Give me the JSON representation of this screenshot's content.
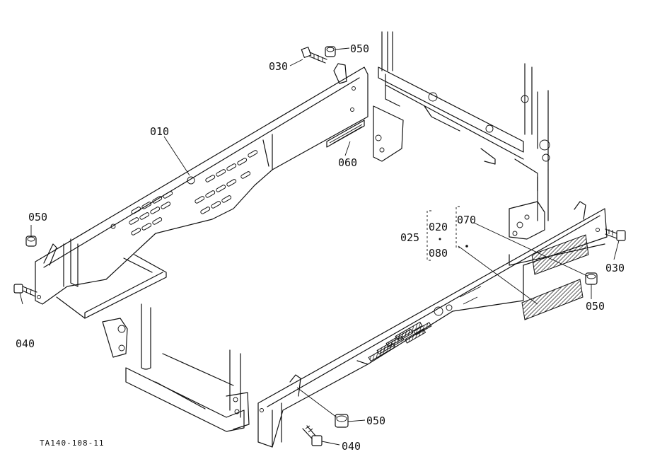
{
  "callouts": [
    {
      "id": "010",
      "text": "010"
    },
    {
      "id": "020",
      "text": "020"
    },
    {
      "id": "025",
      "text": "025"
    },
    {
      "id": "030a",
      "text": "030"
    },
    {
      "id": "030b",
      "text": "030"
    },
    {
      "id": "040a",
      "text": "040"
    },
    {
      "id": "040b",
      "text": "040"
    },
    {
      "id": "050a",
      "text": "050"
    },
    {
      "id": "050b",
      "text": "050"
    },
    {
      "id": "050c",
      "text": "050"
    },
    {
      "id": "050d",
      "text": "050"
    },
    {
      "id": "060",
      "text": "060"
    },
    {
      "id": "070",
      "text": "070"
    },
    {
      "id": "080",
      "text": "080"
    }
  ],
  "drawing_code": "TA140-108-11"
}
